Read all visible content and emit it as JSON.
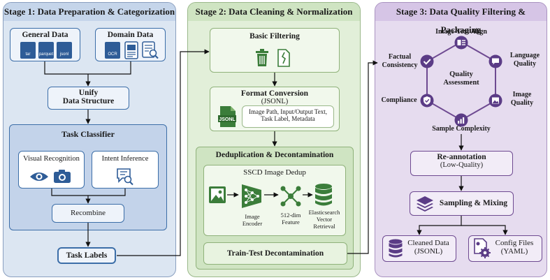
{
  "stage1": {
    "title": "Stage 1: Data Preparation & Categorization",
    "general": {
      "title": "General Data",
      "tags": [
        "tar",
        "parquet",
        "jsonl"
      ]
    },
    "domain": {
      "title": "Domain Data",
      "tags": [
        "OCR"
      ]
    },
    "unify": {
      "line1": "Unify",
      "line2": "Data Structure"
    },
    "classifier": {
      "title": "Task Classifier",
      "visual": "Visual Recognition",
      "intent": "Intent Inference",
      "recombine": "Recombine"
    },
    "task_labels": "Task Labels"
  },
  "stage2": {
    "title": "Stage 2: Data Cleaning & Normalization",
    "basic": "Basic Filtering",
    "format": {
      "title": "Format Conversion",
      "sub": "(JSONL)",
      "icon_tag": "JSONL",
      "detail1": "Image Path, Input/Output Text,",
      "detail2": "Task Label, Metadata"
    },
    "dedup": {
      "title": "Deduplication & Decontamination",
      "sscd": "SSCD Image Dedup",
      "encoder1": "Image",
      "encoder2": "Encoder",
      "feature1": "512-dim",
      "feature2": "Feature",
      "es1": "Elasticsearch",
      "es2": "Vector",
      "es3": "Retrieval"
    },
    "decon": "Train-Test Decontamination"
  },
  "stage3": {
    "title": "Stage 3: Data Quality Filtering & Packaging",
    "center1": "Quality",
    "center2": "Assessment",
    "hex": {
      "top": "Image-Text Align",
      "right_top1": "Language",
      "right_top2": "Quality",
      "right_bot1": "Image",
      "right_bot2": "Quality",
      "bottom": "Sample Complexity",
      "left_bot": "Compliance",
      "left_top1": "Factual",
      "left_top2": "Consistency"
    },
    "reannot": {
      "title": "Re-annotation",
      "sub": "(Low-Quality)"
    },
    "sampling": "Sampling & Mixing",
    "cleaned": {
      "title": "Cleaned Data",
      "sub": "(JSONL)"
    },
    "config": {
      "title": "Config Files",
      "sub": "(YAML)"
    }
  },
  "colors": {
    "stage1": "#dce6f2",
    "stage2": "#e2efd9",
    "stage3": "#e6dcef",
    "blue": "#2e5c97",
    "green": "#3b7d3a",
    "purple": "#5b3c86"
  }
}
